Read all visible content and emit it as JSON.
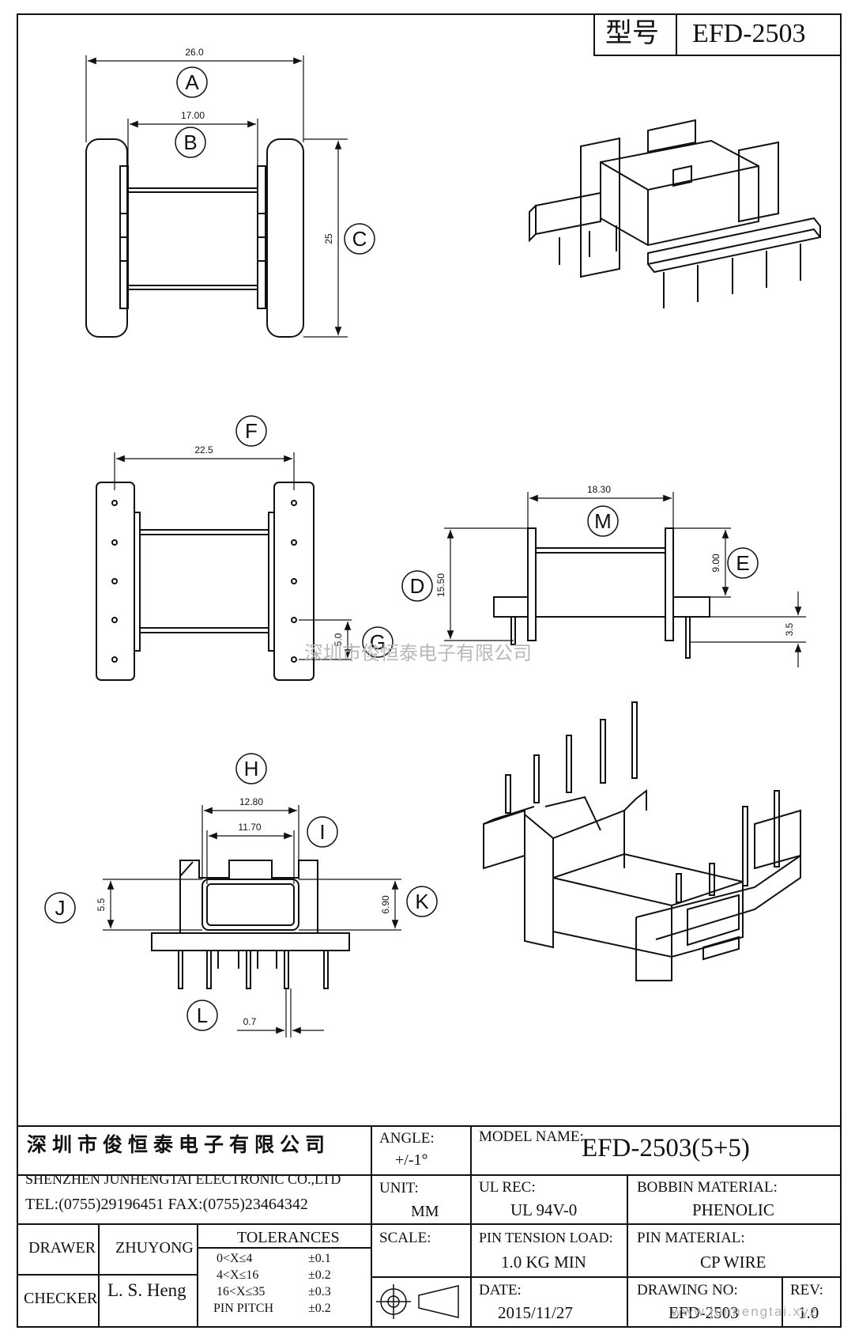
{
  "header": {
    "model_label": "型号",
    "model_value": "EFD-2503"
  },
  "dimensions": {
    "A": {
      "letter": "A",
      "value": "26.0"
    },
    "B": {
      "letter": "B",
      "value": "17.00"
    },
    "C": {
      "letter": "C",
      "value": "25"
    },
    "F": {
      "letter": "F",
      "value": "22.5"
    },
    "G": {
      "letter": "G",
      "value": "5.0"
    },
    "M": {
      "letter": "M",
      "value": "18.30"
    },
    "E": {
      "letter": "E",
      "value": "9.00"
    },
    "D": {
      "letter": "D",
      "value": "15.50"
    },
    "pin": {
      "value": "3.5"
    },
    "H": {
      "letter": "H",
      "value": "12.80"
    },
    "I": {
      "letter": "I",
      "value": "11.70"
    },
    "J": {
      "letter": "J",
      "value": "5.5"
    },
    "K": {
      "letter": "K",
      "value": "6.90"
    },
    "L": {
      "letter": "L",
      "value": "0.7"
    }
  },
  "watermark": "深圳市俊恒泰电子有限公司",
  "title_block": {
    "company_cn": "深圳市俊恒泰电子有限公司",
    "company_en": "SHENZHEN JUNHENGTAI ELECTRONIC CO.,LTD",
    "contact": "TEL:(0755)29196451  FAX:(0755)23464342",
    "drawer_label": "DRAWER",
    "drawer_name": "ZHUYONG",
    "checker_label": "CHECKER",
    "checker_name": "L. S. Heng",
    "tolerances_label": "TOLERANCES",
    "tolerances": [
      {
        "range": "0<X≤4",
        "value": "±0.1"
      },
      {
        "range": "4<X≤16",
        "value": "±0.2"
      },
      {
        "range": "16<X≤35",
        "value": "±0.3"
      },
      {
        "range": "PIN PITCH",
        "value": "±0.2"
      }
    ],
    "angle_label": "ANGLE:",
    "angle_value": "+/-1°",
    "unit_label": "UNIT:",
    "unit_value": "MM",
    "scale_label": "SCALE:",
    "model_name_label": "MODEL NAME:",
    "model_name_value": "EFD-2503(5+5)",
    "ul_rec_label": "UL REC:",
    "ul_rec_value": "UL 94V-0",
    "bobbin_material_label": "BOBBIN MATERIAL:",
    "bobbin_material_value": "PHENOLIC",
    "pin_tension_label": "PIN TENSION LOAD:",
    "pin_tension_value": "1.0 KG MIN",
    "pin_material_label": "PIN MATERIAL:",
    "pin_material_value": "CP WIRE",
    "date_label": "DATE:",
    "date_value": "2015/11/27",
    "drawing_no_label": "DRAWING NO:",
    "drawing_no_value": "EFD-2503",
    "rev_label": "REV:",
    "rev_value": "1.0",
    "site": "www.junhengtai.xyz"
  }
}
